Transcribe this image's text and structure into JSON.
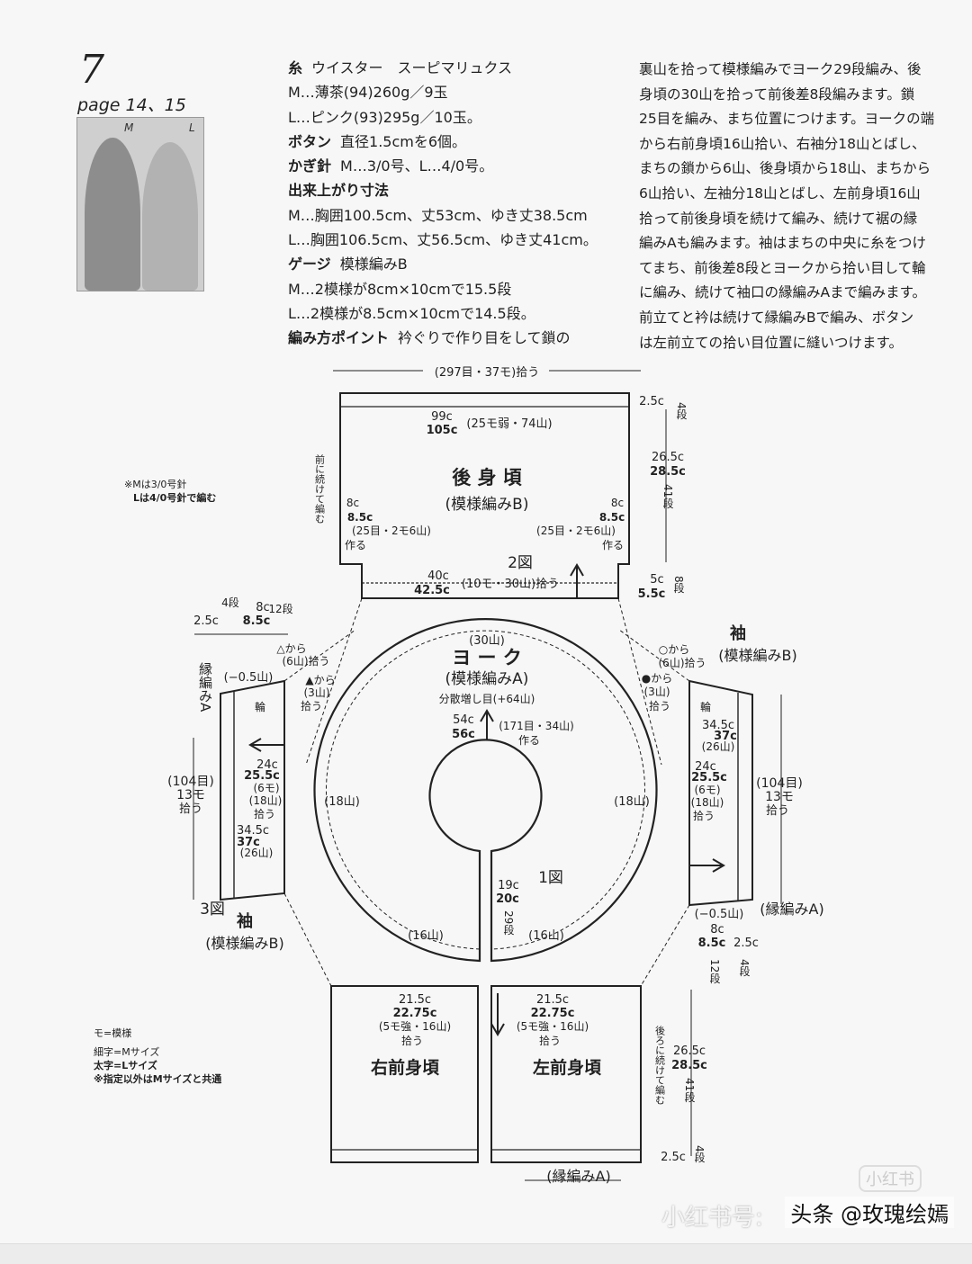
{
  "header": {
    "number": "7",
    "page_ref": "page 14、15",
    "photo_labels": [
      "M",
      "L"
    ]
  },
  "specs": [
    {
      "key": "糸",
      "value": "ウイスター　スーピマリュクス"
    },
    {
      "key": "",
      "value": "M…薄茶(94)260g／9玉"
    },
    {
      "key": "",
      "value": "L…ピンク(93)295g／10玉。"
    },
    {
      "key": "ボタン",
      "value": "直径1.5cmを6個。"
    },
    {
      "key": "かぎ針",
      "value": "M…3/0号、L…4/0号。"
    },
    {
      "key": "出来上がり寸法",
      "value": ""
    },
    {
      "key": "",
      "value": "M…胸囲100.5cm、丈53cm、ゆき丈38.5cm"
    },
    {
      "key": "",
      "value": "L…胸囲106.5cm、丈56.5cm、ゆき丈41cm。"
    },
    {
      "key": "ゲージ",
      "value": "模様編みB"
    },
    {
      "key": "",
      "value": "M…2模様が8cm×10cmで15.5段"
    },
    {
      "key": "",
      "value": "L…2模様が8.5cm×10cmで14.5段。"
    },
    {
      "key": "編み方ポイント",
      "value": "衿ぐりで作り目をして鎖の"
    }
  ],
  "instructions": [
    "裏山を拾って模様編みでヨーク29段編み、後",
    "身頃の30山を拾って前後差8段編みます。鎖",
    "25目を編み、まち位置につけます。ヨークの端",
    "から右前身頃16山拾い、右袖分18山とばし、",
    "まちの鎖から6山、後身頃から18山、まちから",
    "6山拾い、左袖分18山とばし、左前身頃16山",
    "拾って前後身頃を続けて編み、続けて裾の縁",
    "編みAも編みます。袖はまちの中央に糸をつけ",
    "てまち、前後差8段とヨークから拾い目して輪",
    "に編み、続けて袖口の縁編みAまで編みます。",
    "前立てと衿は続けて縁編みBで編み、ボタン",
    "は左前立ての拾い目位置に縫いつけます。"
  ],
  "diagram": {
    "top_pickup": "(297目・37モ)拾う",
    "back": {
      "width_m": "99c",
      "width_l": "105c",
      "width_note": "(25モ弱・74山)",
      "title": "後 身 頃",
      "subtitle": "(模様編みB)",
      "edge_m": "2.5c",
      "edge_rows": "4段",
      "height_m": "26.5c",
      "height_l": "28.5c",
      "height_rows": "41段",
      "side_note": "前に続けて編む",
      "gusset_m": "8c",
      "gusset_l": "8.5c",
      "gusset_note": "(25目・2モ6山)",
      "gusset_make": "作る",
      "fig": "2図",
      "bottom_m": "40c",
      "bottom_l": "42.5c",
      "bottom_note": "(10モ・30山)拾う",
      "diff_m": "5c",
      "diff_l": "5.5c",
      "diff_rows": "8段"
    },
    "needle_note_1": "※Mは3/0号針",
    "needle_note_2": "Lは4/0号針で編む",
    "yoke": {
      "top": "(30山)",
      "title": "ヨ ー ク",
      "subtitle": "(模様編みA)",
      "increase": "分散増し目(+64山)",
      "neck_m": "54c",
      "neck_l": "56c",
      "neck_note": "(171目・34山)",
      "neck_make": "作る",
      "left": "(18山)",
      "right": "(18山)",
      "bottom_left": "(16山)",
      "bottom_right": "(16山)",
      "depth_m": "19c",
      "depth_l": "20c",
      "depth_rows": "29段",
      "fig": "1図"
    },
    "sleeve_left": {
      "edge": "縁編みA",
      "dec": "(−0.5山)",
      "ring": "輪",
      "top_m": "2.5c",
      "top_rows": "4段",
      "gusset_m": "8c",
      "gusset_l": "8.5c",
      "gusset_rows": "12段",
      "from_tri_1": "△から",
      "from_tri_2": "(6山)拾う",
      "from_tri2_1": "▲から",
      "from_tri2_2": "(3山)",
      "from_tri2_3": "拾う",
      "a_m": "24c",
      "a_l": "25.5c",
      "a_note": "(6モ)",
      "a_note2": "(18山)",
      "a_pick": "拾う",
      "b_m": "34.5c",
      "b_l": "37c",
      "b_note": "(26山)",
      "cuff_1": "(104目)",
      "cuff_2": "13モ",
      "cuff_3": "拾う",
      "fig": "3図",
      "title": "袖",
      "subtitle": "(模様編みB)"
    },
    "sleeve_right": {
      "title": "袖",
      "subtitle": "(模様編みB)",
      "from_o_1": "○から",
      "from_o_2": "(6山)拾う",
      "from_d_1": "●から",
      "from_d_2": "(3山)",
      "from_d_3": "拾う",
      "ring": "輪",
      "b_m": "34.5c",
      "b_l": "37c",
      "b_note": "(26山)",
      "a_m": "24c",
      "a_l": "25.5c",
      "a_note": "(6モ)",
      "a_note2": "(18山)",
      "a_pick": "拾う",
      "cuff_1": "(104目)",
      "cuff_2": "13モ",
      "cuff_3": "拾う",
      "dec": "(−0.5山)",
      "edge": "(縁編みA)",
      "bot_m": "8c",
      "bot_l": "8.5c",
      "bot_rows": "12段",
      "edge_m": "2.5c",
      "edge_rows": "4段"
    },
    "fronts": {
      "width_m": "21.5c",
      "width_l": "22.75c",
      "note": "(5モ強・16山)",
      "pick": "拾う",
      "right_title": "右前身頃",
      "left_title": "左前身頃",
      "side_note": "後ろに続けて編む",
      "height_m": "26.5c",
      "height_l": "28.5c",
      "height_rows": "41段",
      "edge_m": "2.5c",
      "edge_rows": "4段",
      "edge_label": "(縁編みA)"
    },
    "legend": [
      "モ=模様",
      "細字=Mサイズ",
      "太字=Lサイズ",
      "※指定以外はMサイズと共通"
    ]
  },
  "watermarks": {
    "xhs_logo": "小红书",
    "xhs_id": "小红书号:",
    "toutiao": "头条 @玫瑰绘嫣"
  }
}
